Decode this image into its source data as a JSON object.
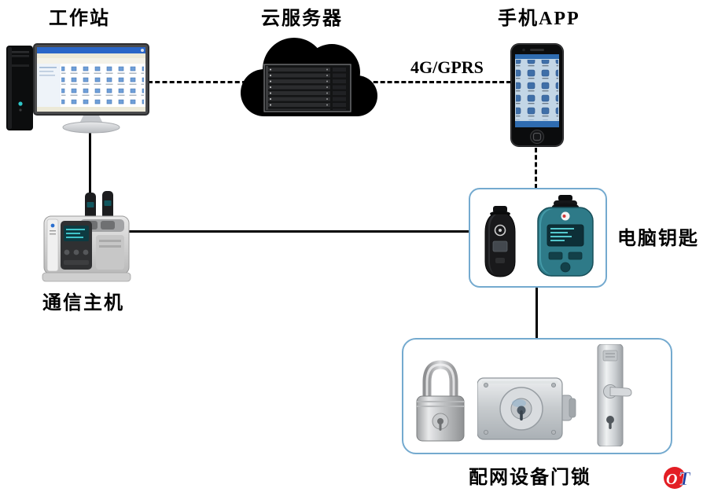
{
  "diagram": {
    "nodes": {
      "workstation": {
        "label": "工作站",
        "icon": "desktop-computer"
      },
      "cloud_server": {
        "label": "云服务器",
        "icon": "cloud-server"
      },
      "mobile_app": {
        "label": "手机APP",
        "icon": "smartphone"
      },
      "comm_host": {
        "label": "通信主机",
        "icon": "charging-dock"
      },
      "computer_key": {
        "label": "电脑钥匙",
        "icon": "handheld-key-devices"
      },
      "door_locks": {
        "label": "配网设备门锁",
        "icon": "padlock-rimlock-doorhandle"
      }
    },
    "edges": [
      {
        "id": "workstation-cloud",
        "from": "workstation",
        "to": "cloud_server",
        "style": "dashed",
        "label": ""
      },
      {
        "id": "cloud-phone",
        "from": "cloud_server",
        "to": "mobile_app",
        "style": "dashed",
        "label": "4G/GPRS"
      },
      {
        "id": "phone-key",
        "from": "mobile_app",
        "to": "computer_key",
        "style": "dashed",
        "label": ""
      },
      {
        "id": "workstation-host",
        "from": "workstation",
        "to": "comm_host",
        "style": "solid",
        "label": ""
      },
      {
        "id": "host-key",
        "from": "comm_host",
        "to": "computer_key",
        "style": "solid",
        "label": ""
      },
      {
        "id": "key-locks",
        "from": "computer_key",
        "to": "door_locks",
        "style": "solid",
        "label": ""
      }
    ],
    "logo": {
      "char_o": "O",
      "char_t": "T"
    }
  },
  "colors": {
    "background": "#ffffff",
    "line": "#000000",
    "group_box_border": "#74aacf",
    "label_text": "#000000",
    "key_device_teal": "#2e7a88",
    "logo_red": "#e31e24",
    "logo_blue": "#1e3ea0"
  }
}
